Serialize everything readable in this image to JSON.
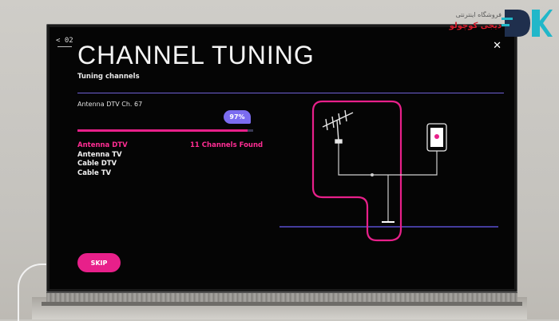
{
  "screen": {
    "back_label": "< 02",
    "title": "CHANNEL TUNING",
    "subtitle": "Tuning channels",
    "close_glyph": "✕",
    "current_channel": "Antenna DTV Ch. 67",
    "progress": {
      "percent_label": "97%",
      "value": 0.97
    },
    "sources": [
      {
        "label": "Antenna DTV",
        "active": true
      },
      {
        "label": "Antenna TV",
        "active": false
      },
      {
        "label": "Cable DTV",
        "active": false
      },
      {
        "label": "Cable TV",
        "active": false
      }
    ],
    "found_label": "11 Channels Found",
    "skip_label": "SKIP",
    "diagram_icons": [
      "antenna-icon",
      "mobile-device-icon",
      "tv-connector-icon"
    ]
  },
  "watermark": {
    "line1": "فروشگاه اینترنتی",
    "line2": "دیجی کوچولو",
    "logo": "DK"
  },
  "colors": {
    "accent_pink": "#e8208a",
    "accent_purple": "#7b6cf0",
    "screen_bg": "#050505"
  }
}
